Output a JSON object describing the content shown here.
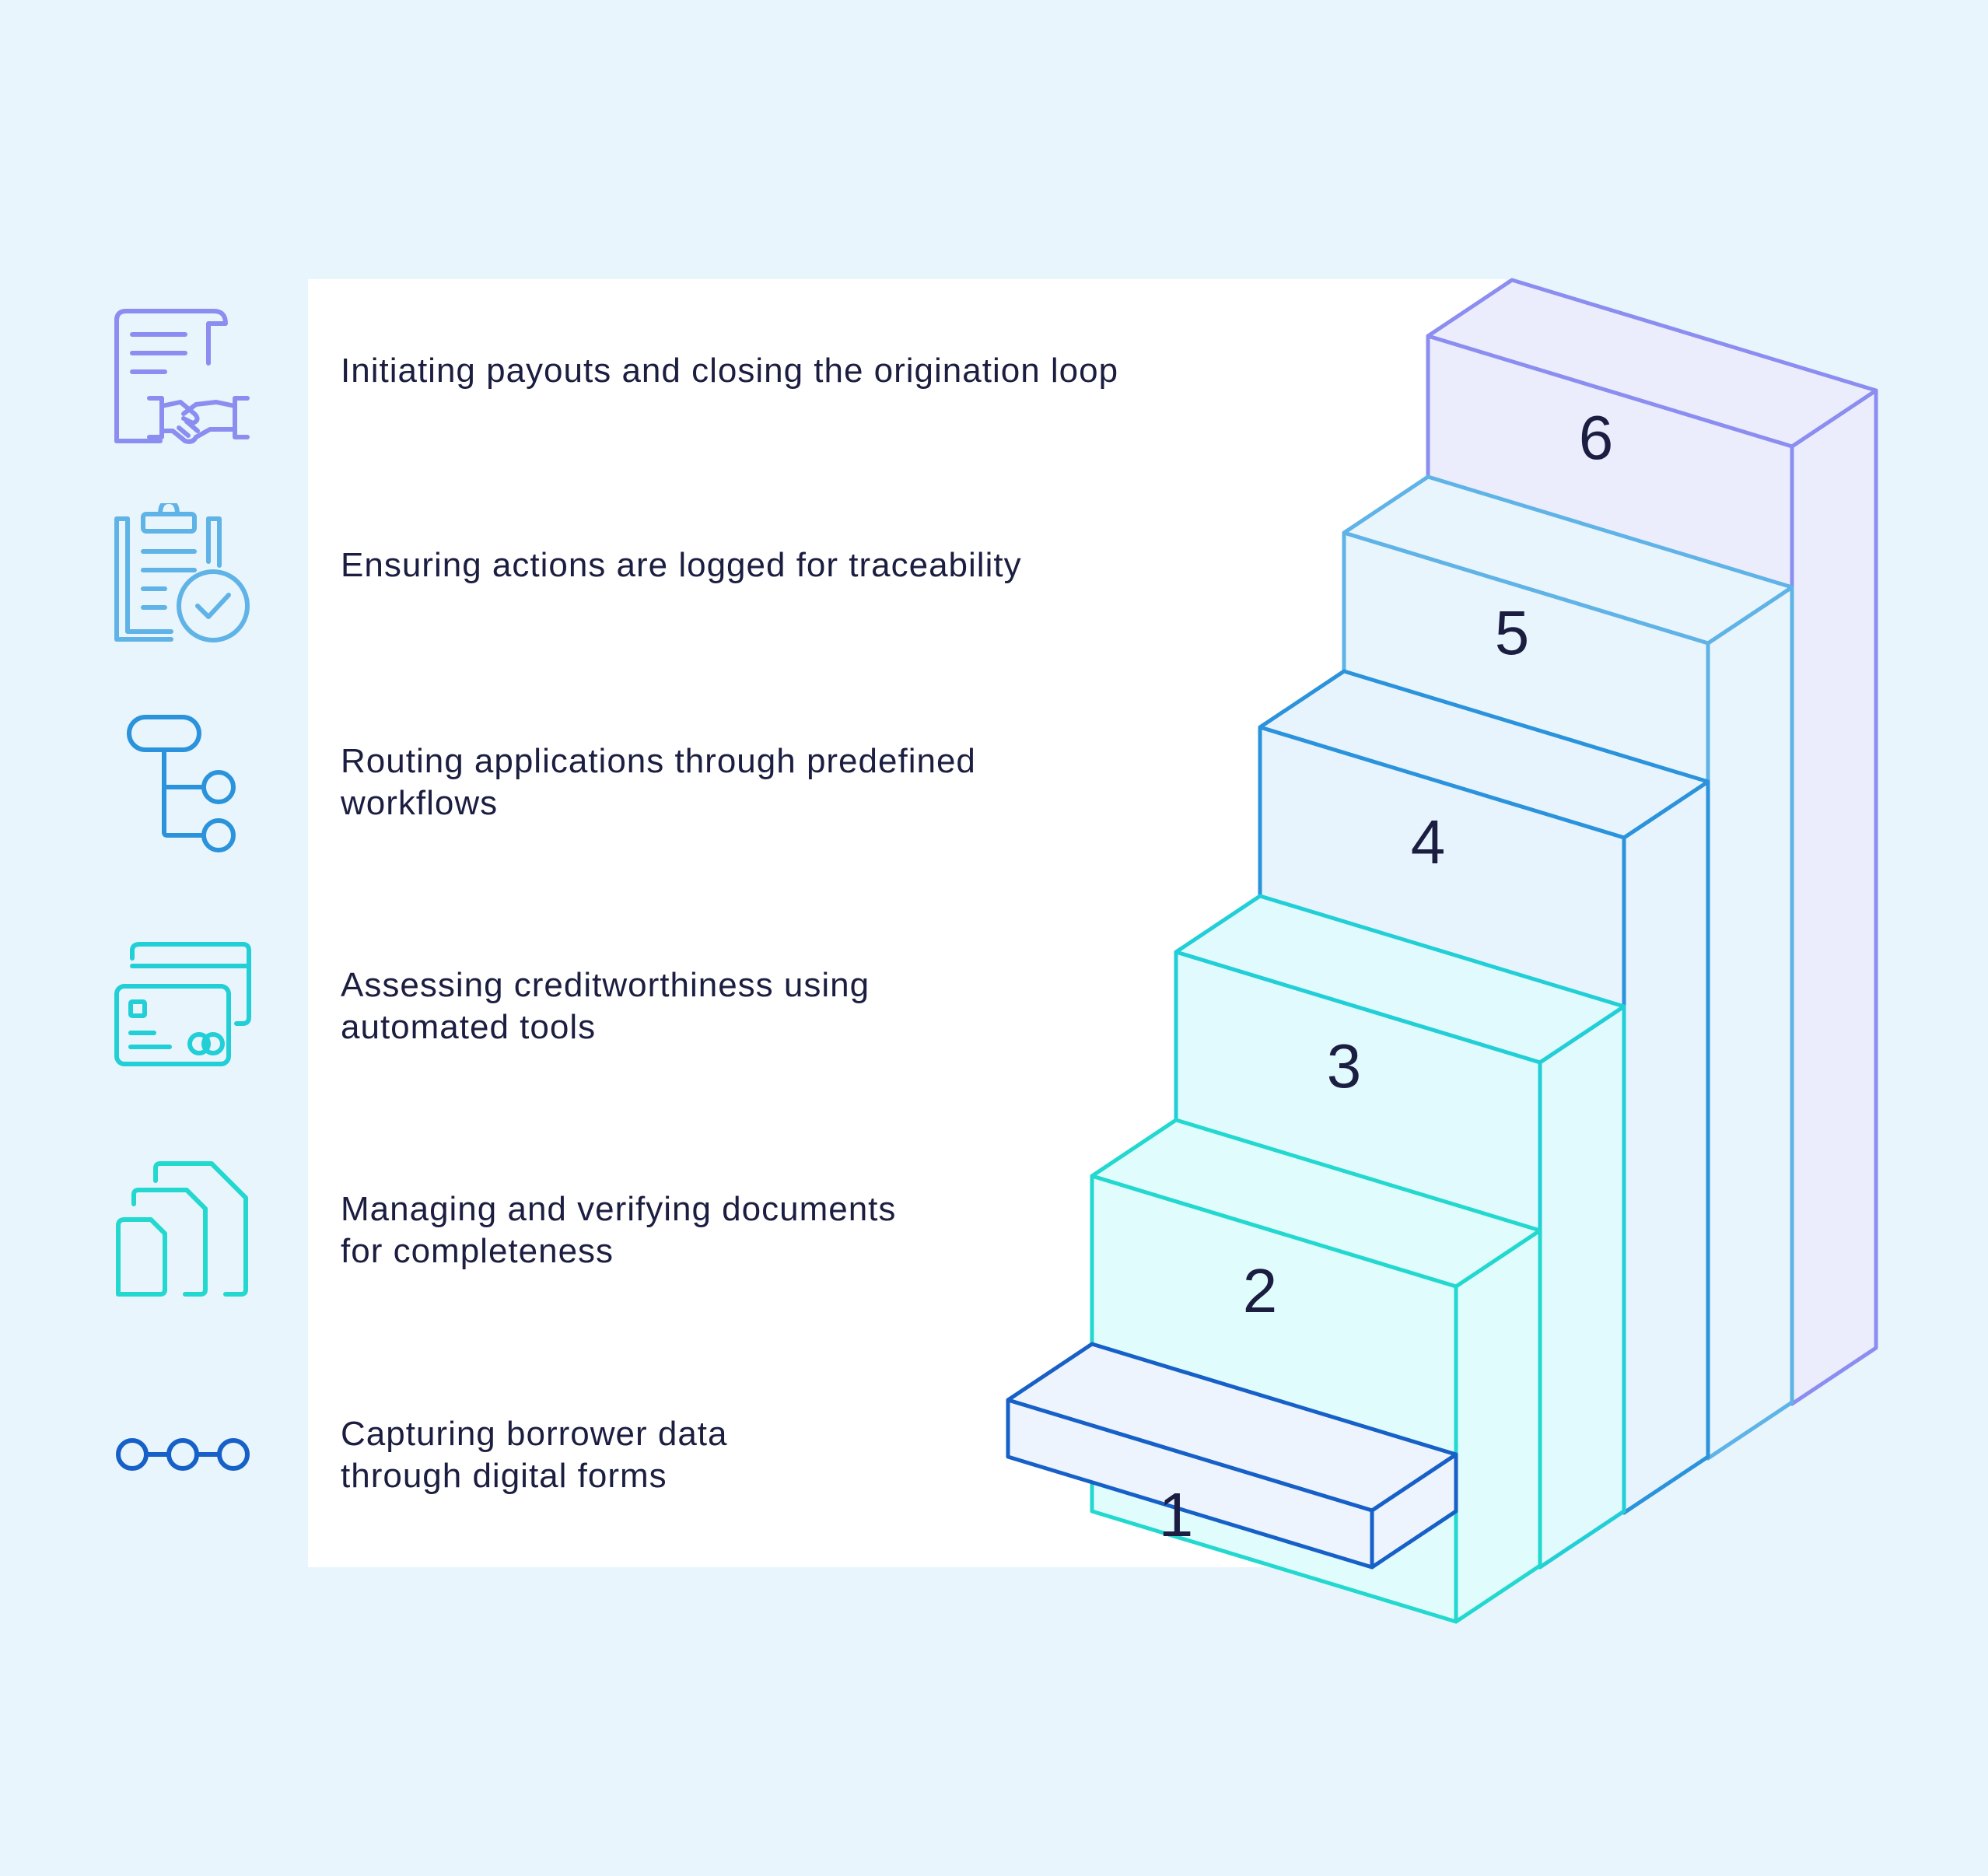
{
  "steps": [
    {
      "number": "1",
      "text_lines": [
        "Capturing borrower data",
        "through digital forms"
      ],
      "icon": "connected-dots-icon",
      "color": "#1660c8"
    },
    {
      "number": "2",
      "text_lines": [
        "Managing and verifying documents",
        "for completeness"
      ],
      "icon": "documents-stack-icon",
      "color": "#22d8cf"
    },
    {
      "number": "3",
      "text_lines": [
        "Assessing creditworthiness using",
        "automated tools"
      ],
      "icon": "credit-cards-icon",
      "color": "#22cfd6"
    },
    {
      "number": "4",
      "text_lines": [
        "Routing applications through predefined",
        "workflows"
      ],
      "icon": "workflow-icon",
      "color": "#2b93dc"
    },
    {
      "number": "5",
      "text_lines": [
        "Ensuring actions are logged for traceability"
      ],
      "icon": "clipboard-check-icon",
      "color": "#5fb3e6"
    },
    {
      "number": "6",
      "text_lines": [
        "Initiating payouts and closing the origination loop"
      ],
      "icon": "contract-handshake-icon",
      "color": "#8b8ef0"
    }
  ]
}
